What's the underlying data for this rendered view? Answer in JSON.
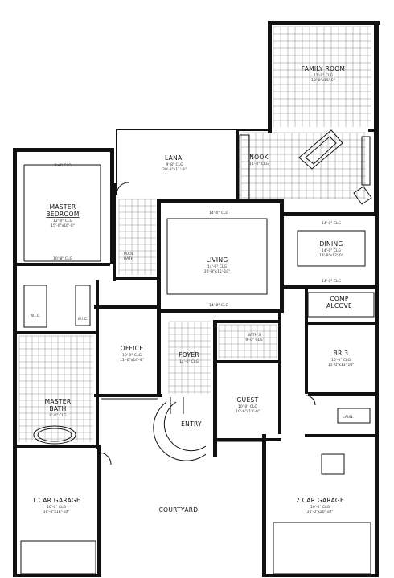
{
  "plan": {
    "rooms": [
      {
        "id": "family-room",
        "label": "FAMILY ROOM",
        "sub1": "11'-0\" CLG",
        "sub2": "18'-0\"x15'-0\""
      },
      {
        "id": "lanai",
        "label": "LANAI",
        "sub1": "9'-8\" CLG",
        "sub2": "20'-8\"x11'-8\""
      },
      {
        "id": "nook",
        "label": "NOOK",
        "sub1": "11'-0\" CLG"
      },
      {
        "id": "master-bedroom",
        "label1": "MASTER",
        "label2": "BEDROOM",
        "sub1": "12'-0\" CLG",
        "sub2": "15'-0\"x16'-0\"",
        "top_clg": "9'-8\" CLG",
        "bot_clg": "10'-8\" CLG"
      },
      {
        "id": "living",
        "label": "LIVING",
        "sub1": "14'-0\" CLG",
        "sub2": "20'-8\"x15'-10\"",
        "top_clg": "14'-0\" CLG",
        "bot_clg": "14'-0\" CLG"
      },
      {
        "id": "dining",
        "label": "DINING",
        "sub1": "14'-0\" CLG",
        "sub2": "14'-8\"x12'-0\"",
        "top_clg": "14'-0\" CLG",
        "bot_clg": "14'-0\" CLG"
      },
      {
        "id": "pool-bath",
        "label1": "POOL",
        "label2": "BATH"
      },
      {
        "id": "comp-alcove",
        "label1": "COMP",
        "label2": "ALCOVE"
      },
      {
        "id": "office",
        "label": "OFFICE",
        "sub1": "10'-0\" CLG",
        "sub2": "11'-0\"x14'-4\""
      },
      {
        "id": "foyer",
        "label": "FOYER",
        "sub1": "14'-0\" CLG"
      },
      {
        "id": "bath3",
        "label": "BATH 3",
        "sub1": "9'-0\" CLG"
      },
      {
        "id": "br3",
        "label": "BR 3",
        "sub1": "10'-0\" CLG",
        "sub2": "11'-0\"x13'-10\""
      },
      {
        "id": "master-bath",
        "label1": "MASTER",
        "label2": "BATH",
        "sub1": "9'-8\" CLG"
      },
      {
        "id": "guest",
        "label": "GUEST",
        "sub1": "10'-0\" CLG",
        "sub2": "10'-6\"x13'-0\""
      },
      {
        "id": "entry",
        "label": "ENTRY"
      },
      {
        "id": "laundry",
        "label": "LAUN."
      },
      {
        "id": "one-car-garage",
        "label": "1 CAR GARAGE",
        "sub1": "10'-0\" CLG",
        "sub2": "10'-4\"x18'-10\""
      },
      {
        "id": "courtyard",
        "label": "COURTYARD"
      },
      {
        "id": "two-car-garage",
        "label": "2 CAR GARAGE",
        "sub1": "10'-0\" CLG",
        "sub2": "21'-0\"x20'-10\""
      }
    ],
    "closets": [
      "W.I.C.",
      "W.I.C."
    ]
  }
}
